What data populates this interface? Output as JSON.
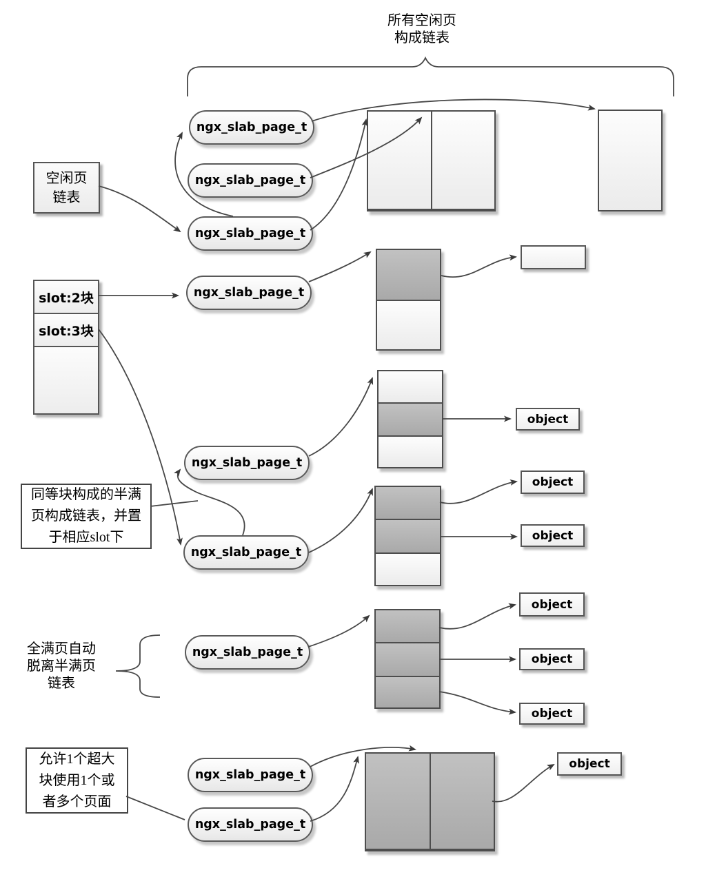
{
  "title": {
    "line1": "所有空闲页",
    "line2": "构成链表"
  },
  "node_label": "ngx_slab_page_t",
  "object_label": "object",
  "free_list": {
    "line1": "空闲页",
    "line2": "链表"
  },
  "slots": {
    "slot2": "slot:2块",
    "slot3": "slot:3块",
    "empty": ""
  },
  "notes": {
    "half_full": [
      "同等块构成的半满",
      "页构成链表，并置",
      "于相应slot下"
    ],
    "full": [
      "全满页自动",
      "脱离半满页",
      "链表"
    ],
    "big_block": [
      "允许1个超大",
      "块使用1个或",
      "者多个页面"
    ]
  },
  "pages": {
    "free_double": [
      "free",
      "free"
    ],
    "free_single": [
      "free"
    ],
    "slot2_page": [
      "used",
      "free"
    ],
    "slot3_page_a": [
      "free",
      "used",
      "free"
    ],
    "slot3_page_b": [
      "used",
      "used",
      "free"
    ],
    "full_page": [
      "used",
      "used",
      "used"
    ],
    "big_block_page": [
      "used",
      "used"
    ],
    "small_free_block": [
      "free"
    ]
  },
  "colors": {
    "free_cell_top": "#fdfdfd",
    "free_cell_bottom": "#ebebeb",
    "used_cell_top": "#c1c1c1",
    "used_cell_bottom": "#a9a9a9",
    "border": "#4d4d4d",
    "arrow": "#3f3f3f"
  }
}
